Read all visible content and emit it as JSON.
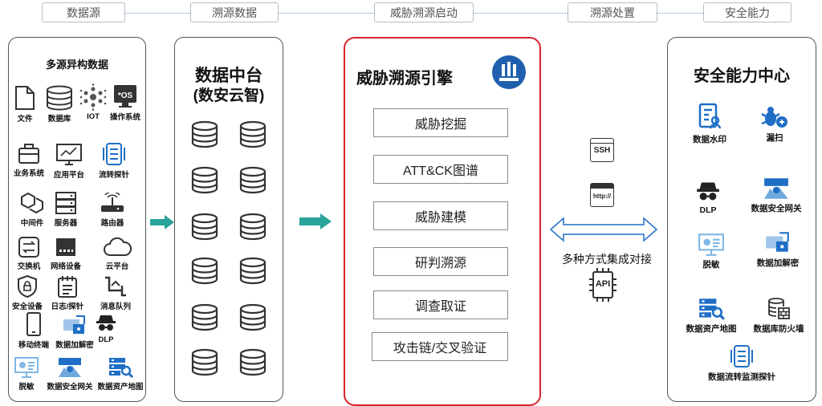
{
  "stages": [
    "数据源",
    "溯源数据",
    "威胁溯源启动",
    "溯源处置",
    "安全能力"
  ],
  "sources": {
    "title": "多源异构数据",
    "items": [
      {
        "label": "文件",
        "icon": "file-icon"
      },
      {
        "label": "数据库",
        "icon": "database-icon"
      },
      {
        "label": "IOT",
        "icon": "iot-icon"
      },
      {
        "label": "操作系统",
        "icon": "os-icon"
      },
      {
        "label": "业务系统",
        "icon": "business-system-icon"
      },
      {
        "label": "应用平台",
        "icon": "app-platform-icon"
      },
      {
        "label": "流转探针",
        "icon": "flow-probe-icon"
      },
      {
        "label": "中间件",
        "icon": "middleware-icon"
      },
      {
        "label": "服务器",
        "icon": "server-icon"
      },
      {
        "label": "路由器",
        "icon": "router-icon"
      },
      {
        "label": "交换机",
        "icon": "switch-icon"
      },
      {
        "label": "网络设备",
        "icon": "network-device-icon"
      },
      {
        "label": "云平台",
        "icon": "cloud-icon"
      },
      {
        "label": "安全设备",
        "icon": "security-device-icon"
      },
      {
        "label": "日志/探针",
        "icon": "log-icon"
      },
      {
        "label": "消息队列",
        "icon": "message-queue-icon"
      },
      {
        "label": "移动终端",
        "icon": "mobile-icon"
      },
      {
        "label": "数据加解密",
        "icon": "encryption-icon"
      },
      {
        "label": "DLP",
        "icon": "dlp-icon"
      },
      {
        "label": "脱敏",
        "icon": "desensitize-icon"
      },
      {
        "label": "数据安全网关",
        "icon": "gateway-icon"
      },
      {
        "label": "数据资产地图",
        "icon": "asset-map-icon"
      }
    ]
  },
  "data_platform": {
    "title_line1": "数据中台",
    "title_line2": "(数安云智)"
  },
  "engine": {
    "title": "威胁溯源引擎",
    "logo_icon": "engine-logo-icon",
    "modules": [
      "威胁挖掘",
      "ATT&CK图谱",
      "威胁建模",
      "研判溯源",
      "调查取证",
      "攻击链/交叉验证"
    ]
  },
  "integration": {
    "label": "多种方式集成对接",
    "ssh_text": "SSH",
    "http_text": "http://",
    "api_text": "API"
  },
  "capability": {
    "title": "安全能力中心",
    "items": [
      {
        "label": "数据水印",
        "icon": "watermark-icon"
      },
      {
        "label": "漏扫",
        "icon": "vuln-scan-icon"
      },
      {
        "label": "DLP",
        "icon": "dlp-icon"
      },
      {
        "label": "数据安全网关",
        "icon": "gateway-icon"
      },
      {
        "label": "脱敏",
        "icon": "desensitize-icon"
      },
      {
        "label": "数据加解密",
        "icon": "encryption-icon"
      },
      {
        "label": "数据资产地图",
        "icon": "asset-map-icon"
      },
      {
        "label": "数据库防火墙",
        "icon": "db-firewall-icon"
      },
      {
        "label": "数据流转监测探针",
        "icon": "flow-monitor-icon"
      }
    ]
  },
  "colors": {
    "accent": "#1f6fc6",
    "arrow": "#2aa39a",
    "highlight": "#d9232a",
    "line": "#6f9fd8"
  }
}
